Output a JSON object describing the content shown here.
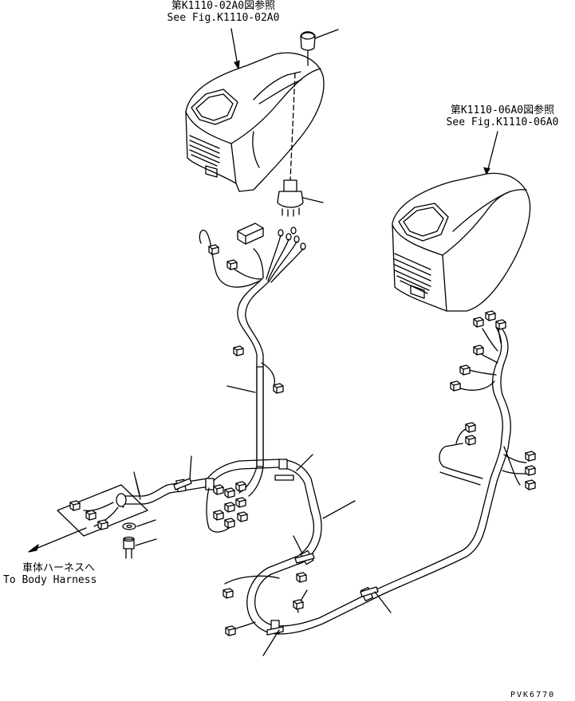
{
  "references": {
    "top": {
      "line1": "第K1110-02A0図参照",
      "line2": "See Fig.K1110-02A0"
    },
    "right": {
      "line1": "第K1110-06A0図参照",
      "line2": "See Fig.K1110-06A0"
    }
  },
  "destination": {
    "line1": "車体ハーネスへ",
    "line2": "To Body Harness"
  },
  "drawing_code": "PVK6770"
}
